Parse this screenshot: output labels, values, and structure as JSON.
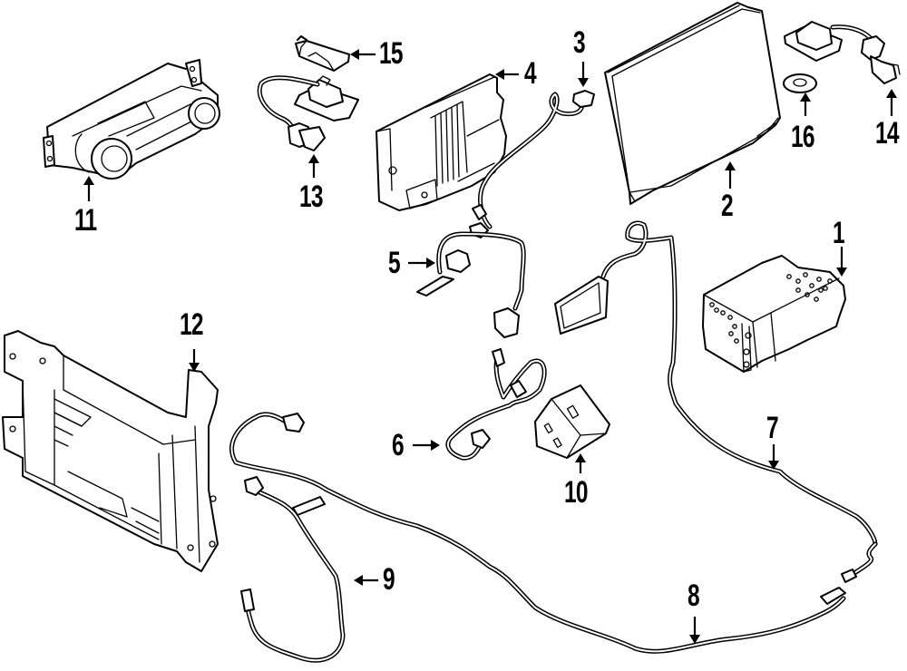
{
  "diagram": {
    "type": "exploded-parts-diagram",
    "background": "#ffffff",
    "ink_color": "#000000",
    "callouts": [
      {
        "number": "1",
        "part": "radio-receiver-box"
      },
      {
        "number": "2",
        "part": "display-screen"
      },
      {
        "number": "3",
        "part": "screen-wiring-harness"
      },
      {
        "number": "4",
        "part": "amplifier-module"
      },
      {
        "number": "5",
        "part": "wiring-harness-a"
      },
      {
        "number": "6",
        "part": "wiring-harness-b"
      },
      {
        "number": "7",
        "part": "antenna-cable-long"
      },
      {
        "number": "8",
        "part": "antenna-cable-main"
      },
      {
        "number": "9",
        "part": "usb-cable"
      },
      {
        "number": "10",
        "part": "usb-port-module"
      },
      {
        "number": "11",
        "part": "climate-control-panel"
      },
      {
        "number": "12",
        "part": "mounting-bracket"
      },
      {
        "number": "13",
        "part": "gps-antenna-with-lead"
      },
      {
        "number": "14",
        "part": "camera-with-lead"
      },
      {
        "number": "15",
        "part": "small-module"
      },
      {
        "number": "16",
        "part": "washer-grommet"
      }
    ]
  }
}
